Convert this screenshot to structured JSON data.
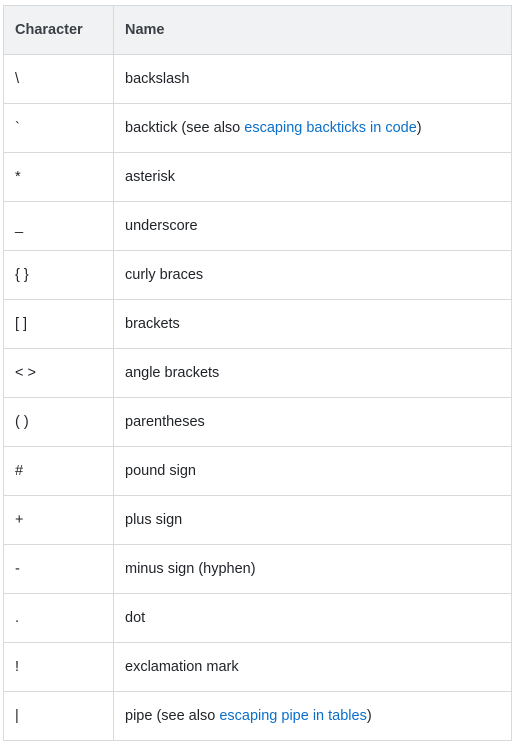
{
  "table": {
    "headers": {
      "character": "Character",
      "name": "Name"
    },
    "rows": [
      {
        "character": "\\",
        "name": "backslash"
      },
      {
        "character": "`",
        "name_prefix": "backtick (see also ",
        "link": "escaping backticks in code",
        "name_suffix": ")"
      },
      {
        "character": "*",
        "name": "asterisk"
      },
      {
        "character": "_",
        "name": "underscore"
      },
      {
        "character": "{ }",
        "name": "curly braces"
      },
      {
        "character": "[ ]",
        "name": "brackets"
      },
      {
        "character": "< >",
        "name": "angle brackets"
      },
      {
        "character": "( )",
        "name": "parentheses"
      },
      {
        "character": "#",
        "name": "pound sign"
      },
      {
        "character": "+",
        "name": "plus sign"
      },
      {
        "character": "-",
        "name": "minus sign (hyphen)"
      },
      {
        "character": ".",
        "name": "dot"
      },
      {
        "character": "!",
        "name": "exclamation mark"
      },
      {
        "character": "|",
        "name_prefix": "pipe (see also ",
        "link": "escaping pipe in tables",
        "name_suffix": ")"
      }
    ]
  },
  "colors": {
    "header_bg": "#f0f2f4",
    "border": "#d7dadd",
    "link": "#0b6fc9"
  }
}
